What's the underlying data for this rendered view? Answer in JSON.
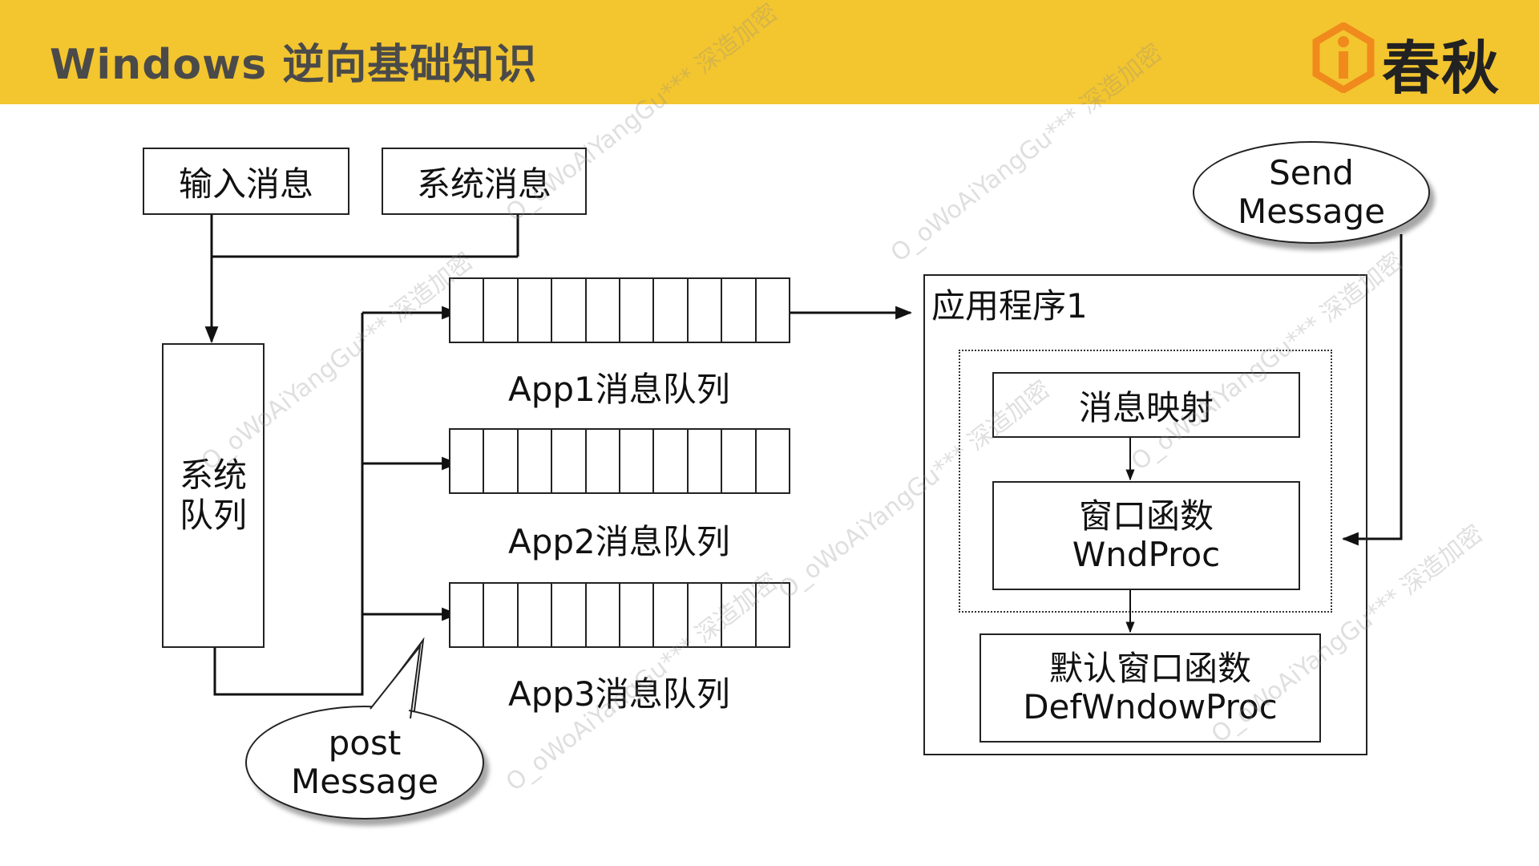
{
  "title": "Windows 逆向基础知识",
  "logo": {
    "text": "春秋",
    "icon": "i-logo-mark",
    "accent": "#f08a1c"
  },
  "header_color": "#f3c52f",
  "diagram": {
    "input_msg": "输入消息",
    "system_msg": "系统消息",
    "system_queue": [
      "系统",
      "队列"
    ],
    "queues": [
      "App1消息队列",
      "App2消息队列",
      "App3消息队列"
    ],
    "app_title": "应用程序1",
    "msg_map": "消息映射",
    "wndproc": [
      "窗口函数",
      "WndProc"
    ],
    "defproc": [
      "默认窗口函数",
      "DefWndowProc"
    ],
    "send_message": [
      "Send",
      "Message"
    ],
    "post_message": [
      "post",
      "Message"
    ]
  },
  "watermark": "O_oWoAiYangGu*** 深造加密"
}
